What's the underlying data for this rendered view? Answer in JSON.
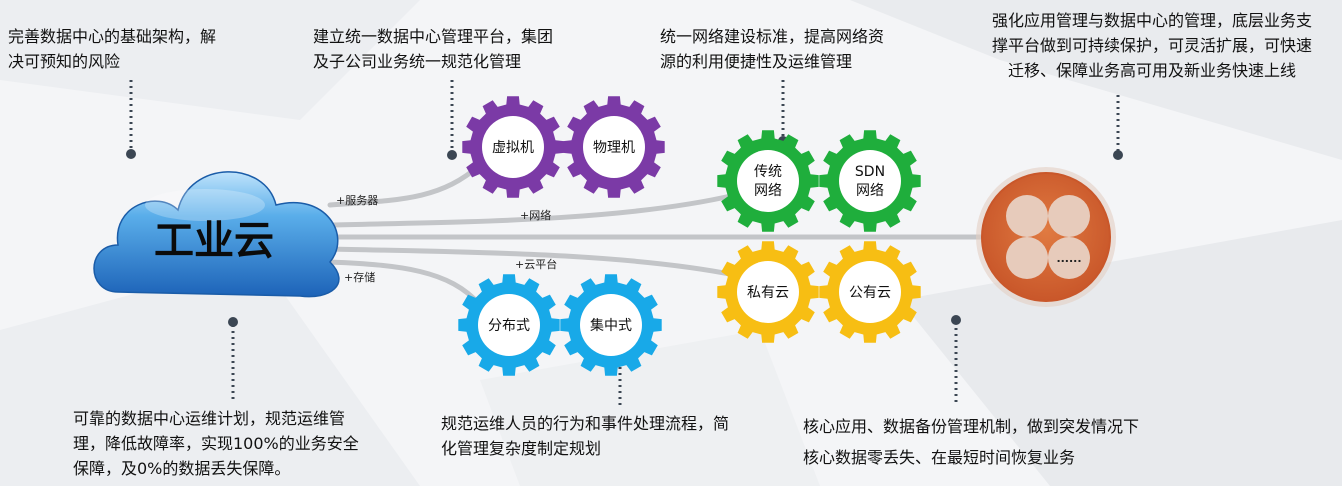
{
  "annotations": {
    "top1": [
      "完善数据中心的基础架构，解",
      "决可预知的风险"
    ],
    "top2": [
      "建立统一数据中心管理平台，集团",
      "及子公司业务统一规范化管理"
    ],
    "top3": [
      "统一网络建设标准，提高网络资",
      "源的利用便捷性及运维管理"
    ],
    "top4": [
      "强化应用管理与数据中心的管理，底层业务支",
      "撑平台做到可持续保护，可灵活扩展，可快速",
      "迁移、保障业务高可用及新业务快速上线"
    ],
    "bottom1": [
      "可靠的数据中心运维计划，规范运维管",
      "理，降低故障率，实现100%的业务安全",
      "保障，及0%的数据丢失保障。"
    ],
    "bottom2": [
      "规范运维人员的行为和事件处理流程，简",
      "化管理复杂度制定规划"
    ],
    "bottom3": [
      "核心应用、数据备份管理机制，做到突发情况下",
      "核心数据零丢失、在最短时间恢复业务"
    ]
  },
  "cloud": {
    "label": "工业云"
  },
  "links": {
    "servers": "+服务器",
    "network": "+网络",
    "cloud_platform": "+云平台",
    "storage": "+存储"
  },
  "gears": {
    "virtual": "虚拟机",
    "physical": "物理机",
    "traditional": [
      "传统",
      "网络"
    ],
    "sdn": [
      "SDN",
      "网络"
    ],
    "private": "私有云",
    "public": "公有云",
    "distributed": "分布式",
    "centralized": "集中式"
  },
  "target": {
    "pods": [
      "",
      "",
      "",
      "......"
    ]
  },
  "colors": {
    "purple": "#7b3aa6",
    "green": "#1fae3c",
    "yellow": "#f7be13",
    "blue": "#18a9e8",
    "orange": "#d86a33",
    "cloud": "#2f86d6",
    "dot": "#3b4653"
  }
}
